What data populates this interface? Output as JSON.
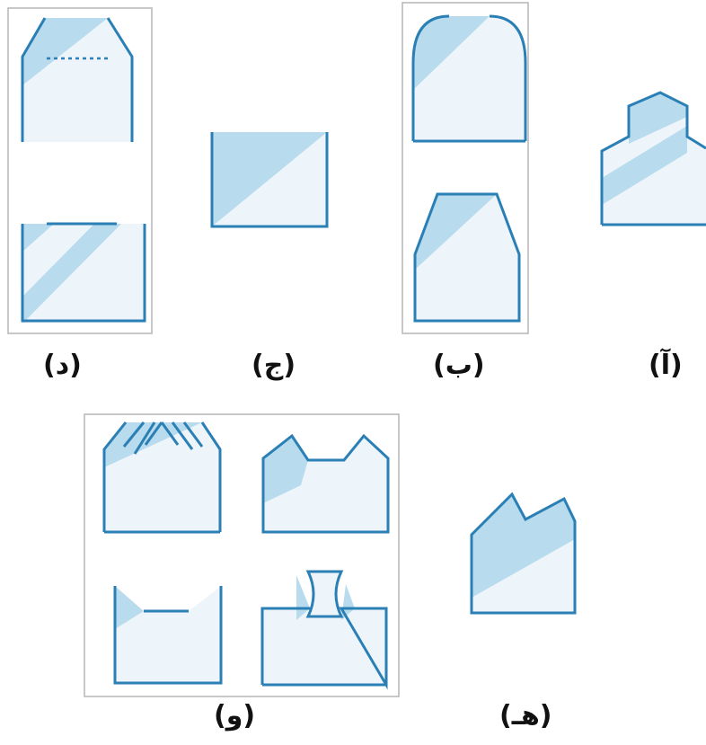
{
  "colors": {
    "outline": "#2a7fb5",
    "shade": "#b9dbee",
    "speckle": "#eef5fa",
    "frame": "#b5b5b5",
    "label": "#111111"
  },
  "labels": {
    "a": "(آ)",
    "b": "(ب)",
    "c": "(ج)",
    "d": "(د)",
    "e": "(هـ)",
    "f": "(و)"
  }
}
